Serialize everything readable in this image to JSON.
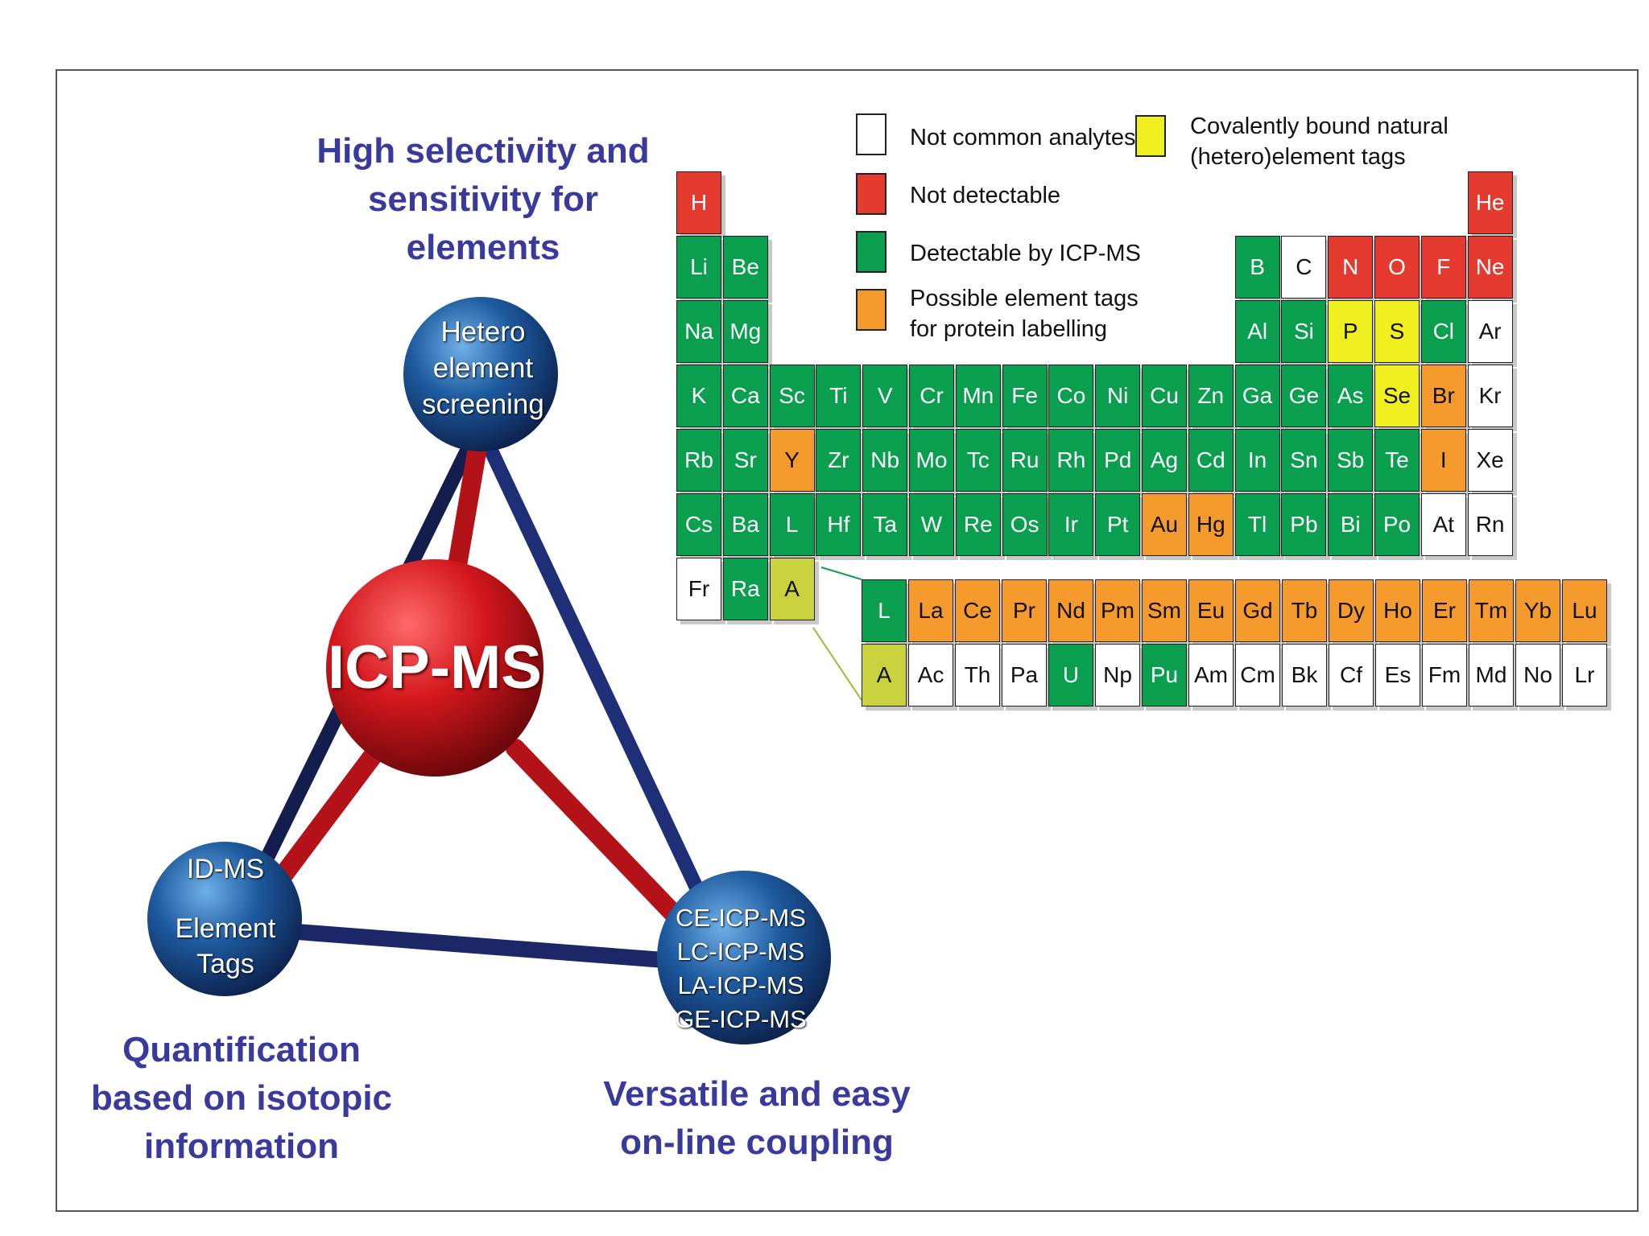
{
  "captions": {
    "top": [
      "High selectivity and",
      "sensitivity for",
      "elements"
    ],
    "left": [
      "Quantification",
      "based on isotopic",
      "information"
    ],
    "right": [
      "Versatile and easy",
      "on-line coupling"
    ]
  },
  "spheres": {
    "center": "ICP-MS",
    "top": [
      "Hetero",
      "element",
      "screening"
    ],
    "left_top": "ID-MS",
    "left_bottom": [
      "Element",
      "Tags"
    ],
    "right": [
      "CE-ICP-MS",
      "LC-ICP-MS",
      "LA-ICP-MS",
      "GE-ICP-MS"
    ]
  },
  "colors": {
    "caption": "#3a3a9e",
    "white": "#ffffff",
    "red": "#e53a2f",
    "green": "#0a9f4e",
    "orange": "#f59a2c",
    "yellow": "#f0ef1f",
    "olive": "#c9d13c"
  },
  "legend": [
    {
      "swatch": "white",
      "label": [
        "Not common analytes"
      ]
    },
    {
      "swatch": "red",
      "label": [
        "Not detectable"
      ]
    },
    {
      "swatch": "green",
      "label": [
        "Detectable by ICP-MS"
      ]
    },
    {
      "swatch": "orange",
      "label": [
        "Possible element tags",
        "for protein labelling"
      ]
    },
    {
      "swatch": "yellow",
      "label": [
        "Covalently bound natural",
        "(hetero)element tags"
      ]
    }
  ],
  "periodic_table": {
    "rows": [
      [
        [
          "H",
          "red"
        ],
        null,
        null,
        null,
        null,
        null,
        null,
        null,
        null,
        null,
        null,
        null,
        null,
        null,
        null,
        null,
        null,
        [
          "He",
          "red"
        ]
      ],
      [
        [
          "Li",
          "green"
        ],
        [
          "Be",
          "green"
        ],
        null,
        null,
        null,
        null,
        null,
        null,
        null,
        null,
        null,
        null,
        [
          "B",
          "green"
        ],
        [
          "C",
          "white"
        ],
        [
          "N",
          "red"
        ],
        [
          "O",
          "red"
        ],
        [
          "F",
          "red"
        ],
        [
          "Ne",
          "red"
        ]
      ],
      [
        [
          "Na",
          "green"
        ],
        [
          "Mg",
          "green"
        ],
        null,
        null,
        null,
        null,
        null,
        null,
        null,
        null,
        null,
        null,
        [
          "Al",
          "green"
        ],
        [
          "Si",
          "green"
        ],
        [
          "P",
          "yellow"
        ],
        [
          "S",
          "yellow"
        ],
        [
          "Cl",
          "green"
        ],
        [
          "Ar",
          "white"
        ]
      ],
      [
        [
          "K",
          "green"
        ],
        [
          "Ca",
          "green"
        ],
        [
          "Sc",
          "green"
        ],
        [
          "Ti",
          "green"
        ],
        [
          "V",
          "green"
        ],
        [
          "Cr",
          "green"
        ],
        [
          "Mn",
          "green"
        ],
        [
          "Fe",
          "green"
        ],
        [
          "Co",
          "green"
        ],
        [
          "Ni",
          "green"
        ],
        [
          "Cu",
          "green"
        ],
        [
          "Zn",
          "green"
        ],
        [
          "Ga",
          "green"
        ],
        [
          "Ge",
          "green"
        ],
        [
          "As",
          "green"
        ],
        [
          "Se",
          "yellow"
        ],
        [
          "Br",
          "orange"
        ],
        [
          "Kr",
          "white"
        ]
      ],
      [
        [
          "Rb",
          "green"
        ],
        [
          "Sr",
          "green"
        ],
        [
          "Y",
          "orange"
        ],
        [
          "Zr",
          "green"
        ],
        [
          "Nb",
          "green"
        ],
        [
          "Mo",
          "green"
        ],
        [
          "Tc",
          "green"
        ],
        [
          "Ru",
          "green"
        ],
        [
          "Rh",
          "green"
        ],
        [
          "Pd",
          "green"
        ],
        [
          "Ag",
          "green"
        ],
        [
          "Cd",
          "green"
        ],
        [
          "In",
          "green"
        ],
        [
          "Sn",
          "green"
        ],
        [
          "Sb",
          "green"
        ],
        [
          "Te",
          "green"
        ],
        [
          "I",
          "orange"
        ],
        [
          "Xe",
          "white"
        ]
      ],
      [
        [
          "Cs",
          "green"
        ],
        [
          "Ba",
          "green"
        ],
        [
          "L",
          "green"
        ],
        [
          "Hf",
          "green"
        ],
        [
          "Ta",
          "green"
        ],
        [
          "W",
          "green"
        ],
        [
          "Re",
          "green"
        ],
        [
          "Os",
          "green"
        ],
        [
          "Ir",
          "green"
        ],
        [
          "Pt",
          "green"
        ],
        [
          "Au",
          "orange"
        ],
        [
          "Hg",
          "orange"
        ],
        [
          "Tl",
          "green"
        ],
        [
          "Pb",
          "green"
        ],
        [
          "Bi",
          "green"
        ],
        [
          "Po",
          "green"
        ],
        [
          "At",
          "white"
        ],
        [
          "Rn",
          "white"
        ]
      ],
      [
        [
          "Fr",
          "white"
        ],
        [
          "Ra",
          "green"
        ],
        [
          "A",
          "olive"
        ]
      ]
    ],
    "f_block": [
      [
        [
          "L",
          "green"
        ],
        [
          "La",
          "orange"
        ],
        [
          "Ce",
          "orange"
        ],
        [
          "Pr",
          "orange"
        ],
        [
          "Nd",
          "orange"
        ],
        [
          "Pm",
          "orange"
        ],
        [
          "Sm",
          "orange"
        ],
        [
          "Eu",
          "orange"
        ],
        [
          "Gd",
          "orange"
        ],
        [
          "Tb",
          "orange"
        ],
        [
          "Dy",
          "orange"
        ],
        [
          "Ho",
          "orange"
        ],
        [
          "Er",
          "orange"
        ],
        [
          "Tm",
          "orange"
        ],
        [
          "Yb",
          "orange"
        ],
        [
          "Lu",
          "orange"
        ]
      ],
      [
        [
          "A",
          "olive"
        ],
        [
          "Ac",
          "white"
        ],
        [
          "Th",
          "white"
        ],
        [
          "Pa",
          "white"
        ],
        [
          "U",
          "green"
        ],
        [
          "Np",
          "white"
        ],
        [
          "Pu",
          "green"
        ],
        [
          "Am",
          "white"
        ],
        [
          "Cm",
          "white"
        ],
        [
          "Bk",
          "white"
        ],
        [
          "Cf",
          "white"
        ],
        [
          "Es",
          "white"
        ],
        [
          "Fm",
          "white"
        ],
        [
          "Md",
          "white"
        ],
        [
          "No",
          "white"
        ],
        [
          "Lr",
          "white"
        ]
      ]
    ]
  }
}
